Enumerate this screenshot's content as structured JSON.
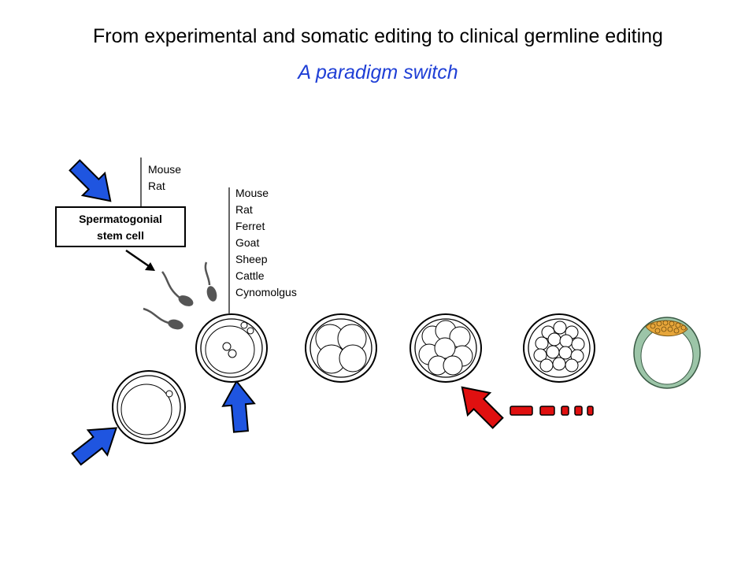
{
  "title": "From experimental and somatic editing to clinical germline editing",
  "subtitle": "A paradigm switch",
  "ssc_label_line1": "Spermatogonial",
  "ssc_label_line2": "stem cell",
  "species_group_1": [
    "Mouse",
    "Rat"
  ],
  "species_group_2": [
    "Mouse",
    "Rat",
    "Ferret",
    "Goat",
    "Sheep",
    "Cattle",
    "Cynomolgus"
  ],
  "colors": {
    "subtitle": "#1f3fd6",
    "blue_arrow": "#1f55e0",
    "red_arrow": "#e01010",
    "blastocyst_wall": "#9cc5a8",
    "inner_cell_mass": "#e7a63a"
  },
  "stages": [
    "oocyte",
    "zygote",
    "4-cell",
    "8-cell",
    "morula",
    "blastocyst"
  ]
}
